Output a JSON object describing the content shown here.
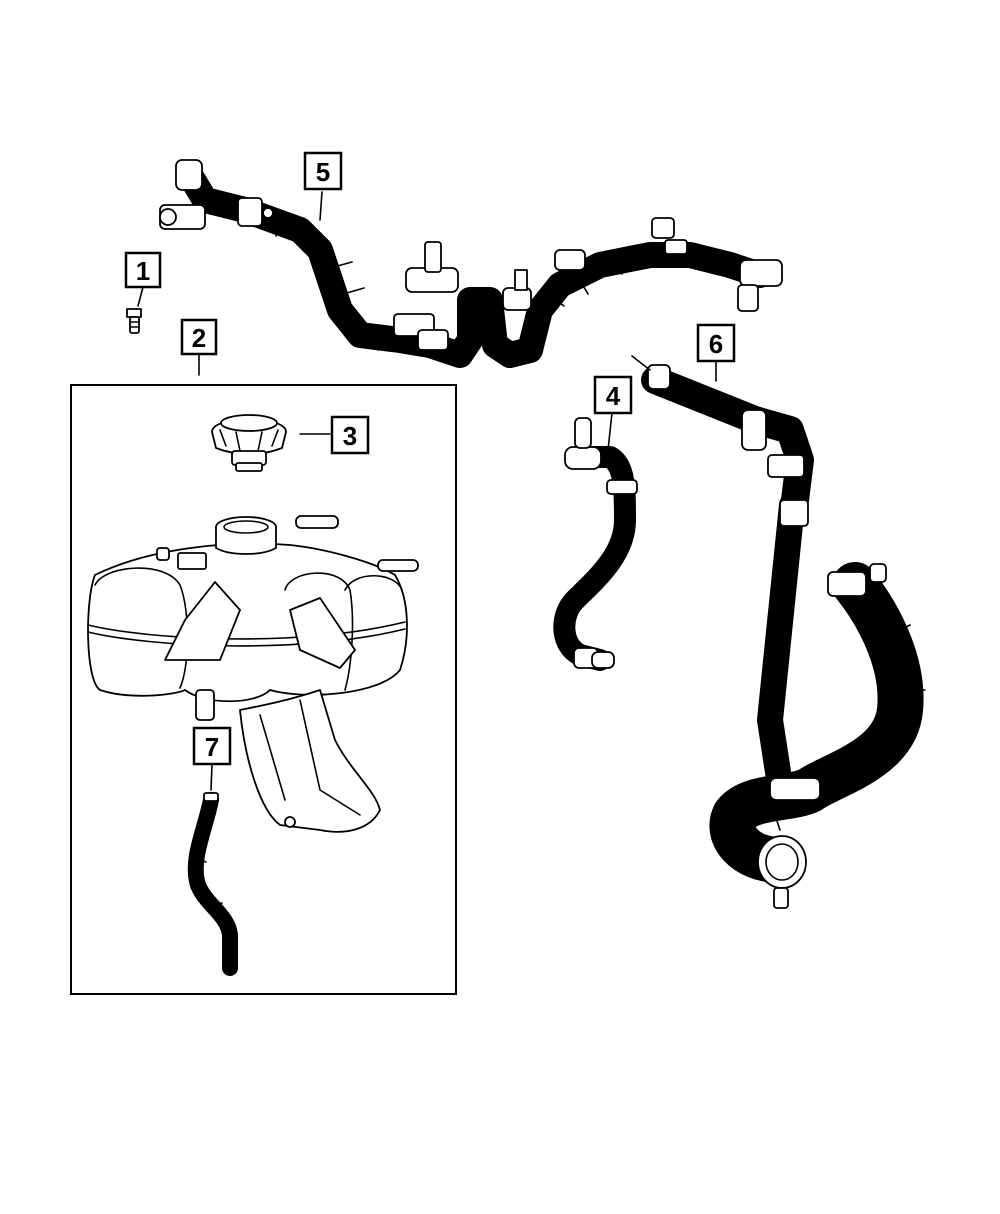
{
  "callouts": [
    {
      "id": "callout-1",
      "label": "1"
    },
    {
      "id": "callout-2",
      "label": "2"
    },
    {
      "id": "callout-3",
      "label": "3"
    },
    {
      "id": "callout-4",
      "label": "4"
    },
    {
      "id": "callout-5",
      "label": "5"
    },
    {
      "id": "callout-6",
      "label": "6"
    },
    {
      "id": "callout-7",
      "label": "7"
    }
  ],
  "colors": {
    "line": "#000000",
    "background": "#ffffff",
    "hose_fill": "#ffffff",
    "overflow_hose": "#111111"
  },
  "parts": [
    {
      "callout": "1",
      "name": "screw-bolt"
    },
    {
      "callout": "2",
      "name": "coolant-reservoir-bottle"
    },
    {
      "callout": "3",
      "name": "pressure-cap"
    },
    {
      "callout": "4",
      "name": "coolant-hose"
    },
    {
      "callout": "5",
      "name": "coolant-hose-assembly"
    },
    {
      "callout": "6",
      "name": "radiator-hose"
    },
    {
      "callout": "7",
      "name": "overflow-hose"
    }
  ]
}
